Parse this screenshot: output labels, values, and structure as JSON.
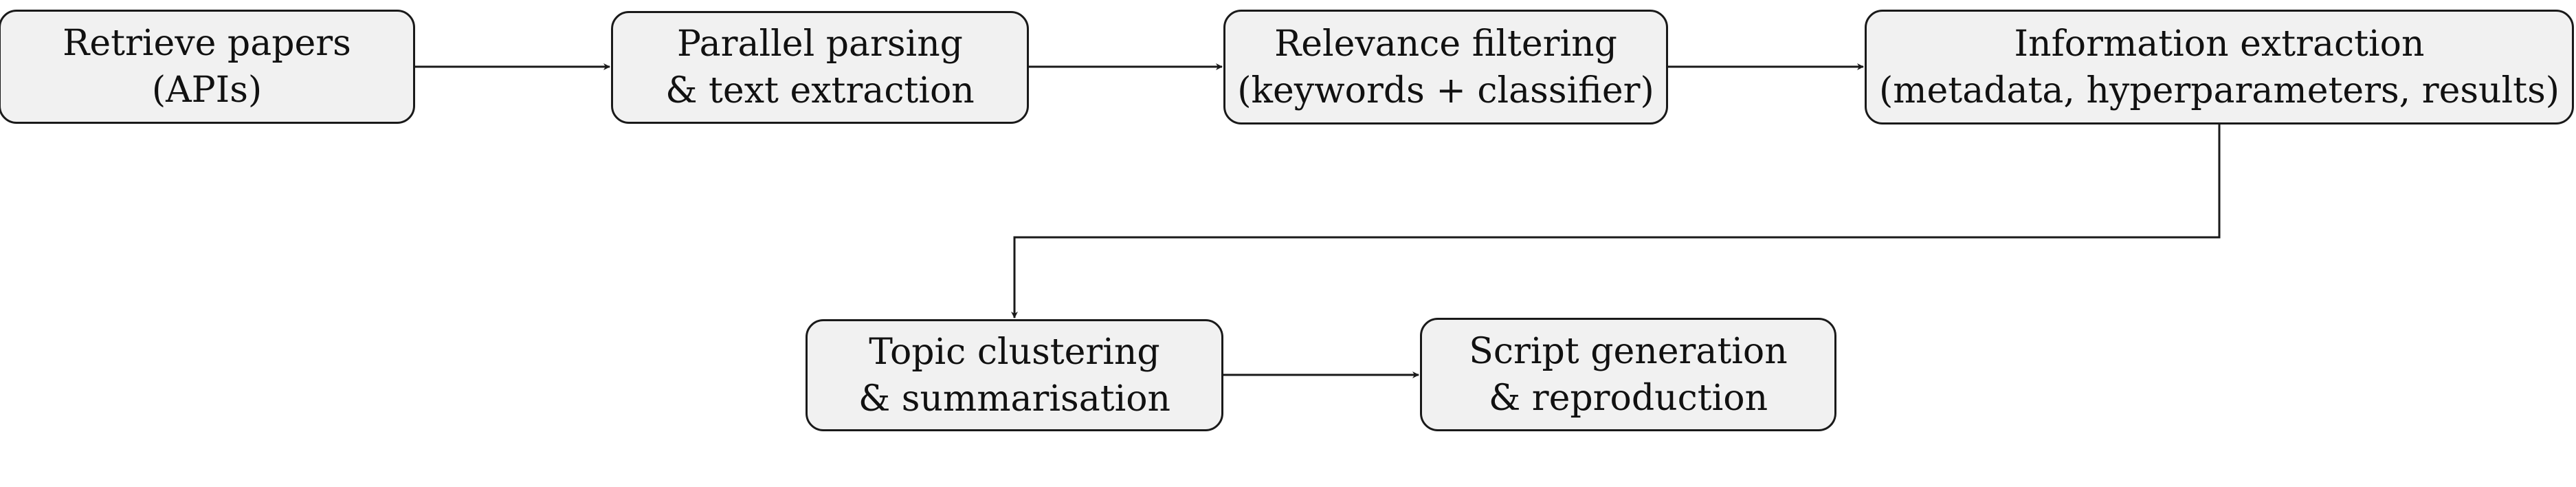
{
  "nodes": [
    {
      "id": "n1",
      "name": "step-retrieve-papers",
      "line1": "Retrieve papers",
      "line2": "(APIs)"
    },
    {
      "id": "n2",
      "name": "step-parallel-parsing",
      "line1": "Parallel parsing",
      "line2": "& text extraction"
    },
    {
      "id": "n3",
      "name": "step-relevance-filtering",
      "line1": "Relevance filtering",
      "line2": "(keywords + classifier)"
    },
    {
      "id": "n4",
      "name": "step-information-extraction",
      "line1": "Information extraction",
      "line2": "(metadata, hyperparameters, results)"
    },
    {
      "id": "n5",
      "name": "step-topic-clustering",
      "line1": "Topic clustering",
      "line2": "& summarisation"
    },
    {
      "id": "n6",
      "name": "step-script-generation",
      "line1": "Script generation",
      "line2": "& reproduction"
    }
  ],
  "edges": [
    {
      "from": "n1",
      "to": "n2"
    },
    {
      "from": "n2",
      "to": "n3"
    },
    {
      "from": "n3",
      "to": "n4"
    },
    {
      "from": "n4",
      "to": "n5"
    },
    {
      "from": "n5",
      "to": "n6"
    }
  ],
  "colors": {
    "node_fill": "#f1f1f1",
    "node_border": "#1a1a1a",
    "edge": "#1a1a1a",
    "text": "#111111"
  }
}
